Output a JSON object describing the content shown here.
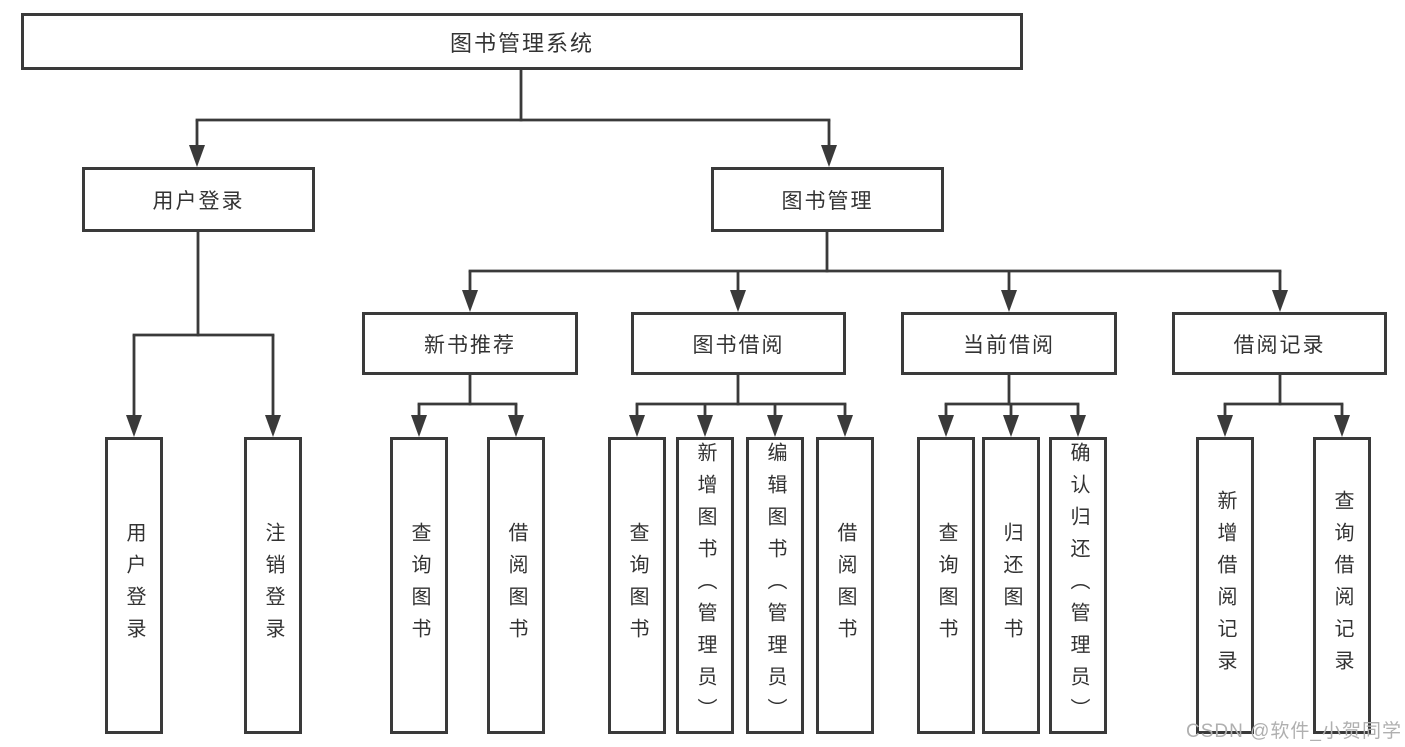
{
  "colors": {
    "line": "#3a3a3a",
    "box_border": "#3a3a3a",
    "box_background": "#ffffff",
    "text": "#333333",
    "watermark_text": "#b0b0b0",
    "background": "#ffffff"
  },
  "watermark": "CSDN @软件_小贺同学",
  "tree": {
    "root": {
      "label": "图书管理系统",
      "children": [
        {
          "label": "用户登录",
          "children": [
            {
              "label": "用户登录"
            },
            {
              "label": "注销登录"
            }
          ]
        },
        {
          "label": "图书管理",
          "children": [
            {
              "label": "新书推荐",
              "children": [
                {
                  "label": "查询图书"
                },
                {
                  "label": "借阅图书"
                }
              ]
            },
            {
              "label": "图书借阅",
              "children": [
                {
                  "label": "查询图书"
                },
                {
                  "label": "新增图书（管理员）"
                },
                {
                  "label": "编辑图书（管理员）"
                },
                {
                  "label": "借阅图书"
                }
              ]
            },
            {
              "label": "当前借阅",
              "children": [
                {
                  "label": "查询图书"
                },
                {
                  "label": "归还图书"
                },
                {
                  "label": "确认归还（管理员）"
                }
              ]
            },
            {
              "label": "借阅记录",
              "children": [
                {
                  "label": "新增借阅记录"
                },
                {
                  "label": "查询借阅记录"
                }
              ]
            }
          ]
        }
      ]
    }
  }
}
